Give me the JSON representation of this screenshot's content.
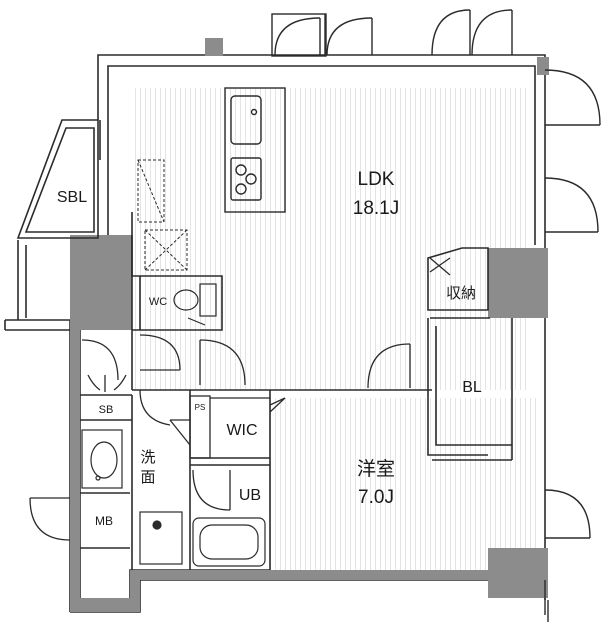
{
  "rooms": {
    "ldk": {
      "name": "LDK",
      "size": "18.1J"
    },
    "western_room": {
      "name": "洋室",
      "size": "7.0J"
    },
    "sbl": "SBL",
    "storage": "収納",
    "bl": "BL",
    "wc": "WC",
    "wic": "WIC",
    "ub": "UB",
    "washroom": [
      "洗",
      "面"
    ],
    "sb": "SB",
    "mb": "MB",
    "ps": "PS"
  },
  "colors": {
    "wall": "#8c8c8c",
    "line": "#2b2b2b",
    "floor_stripe": "#e6e6e6",
    "background": "#ffffff"
  }
}
